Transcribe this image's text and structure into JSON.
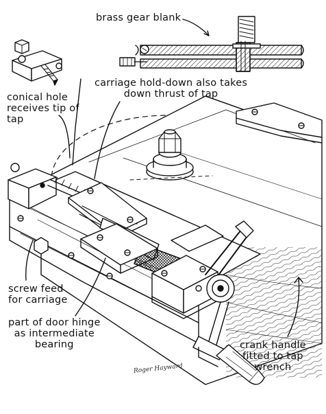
{
  "labels": {
    "gear_blank": "brass gear blank",
    "conical_hole": "conical hole\nreceives tip of\ntap",
    "hold_down": "carriage hold-down also takes\ndown thrust of tap",
    "screw_feed": "screw feed\nfor carriage",
    "door_hinge": "part of door hinge\nas intermediate\nbearing",
    "crank_handle": "crank handle\nfitted to tap\nwrench"
  },
  "signature": "Roger Hayward",
  "colors": {
    "ink": "#111111",
    "paper": "#ffffff"
  }
}
